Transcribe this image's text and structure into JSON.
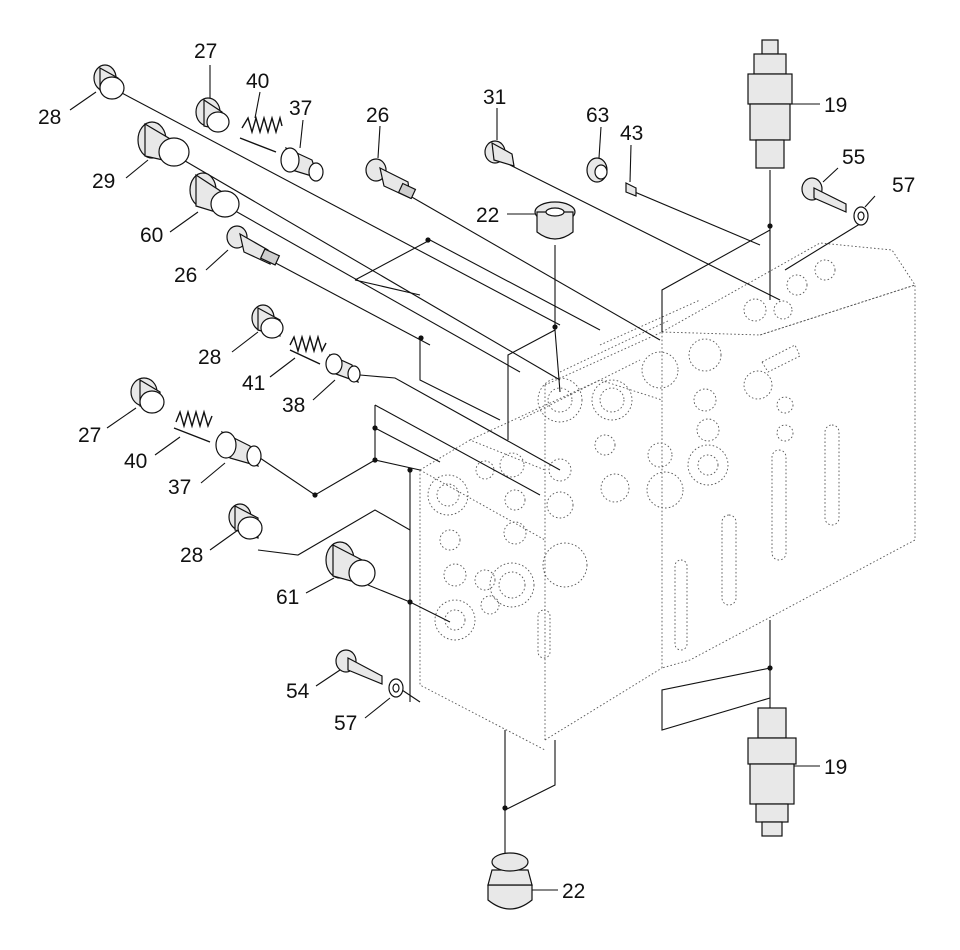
{
  "labels": {
    "p28a": "28",
    "p27a": "27",
    "p40a": "40",
    "p37a": "37",
    "p26a": "26",
    "p31": "31",
    "p63": "63",
    "p43": "43",
    "p19a": "19",
    "p29": "29",
    "p55": "55",
    "p57a": "57",
    "p22a": "22",
    "p60": "60",
    "p26b": "26",
    "p28b": "28",
    "p41": "41",
    "p38": "38",
    "p27b": "27",
    "p40b": "40",
    "p37b": "37",
    "p28c": "28",
    "p61": "61",
    "p54": "54",
    "p57b": "57",
    "p19b": "19",
    "p22b": "22"
  },
  "colors": {
    "line": "#111111",
    "part_fill": "#e8e8e8",
    "background": "#ffffff"
  }
}
